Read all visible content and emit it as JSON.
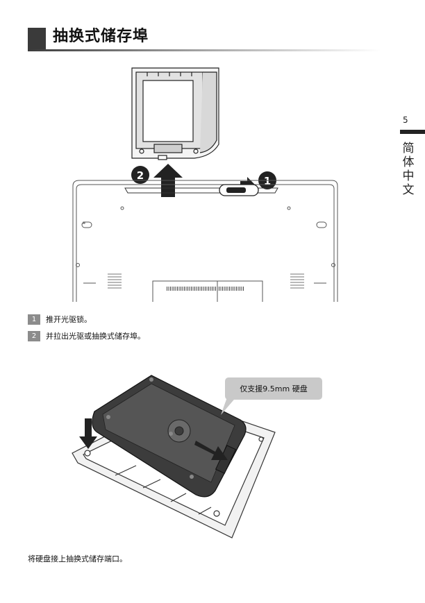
{
  "header": {
    "title": "抽换式储存埠"
  },
  "side_tab": {
    "page_number": "5",
    "language_chars": [
      "简",
      "体",
      "中",
      "文"
    ]
  },
  "figure1": {
    "badge_1": "1",
    "badge_2": "2"
  },
  "steps": [
    {
      "number": "1",
      "text": "推开光驱锁。"
    },
    {
      "number": "2",
      "text": "并拉出光驱或抽换式储存埠。"
    }
  ],
  "figure2": {
    "callout": "仅支援9.5mm 硬盘"
  },
  "note": "将硬盘接上抽换式储存端口。"
}
